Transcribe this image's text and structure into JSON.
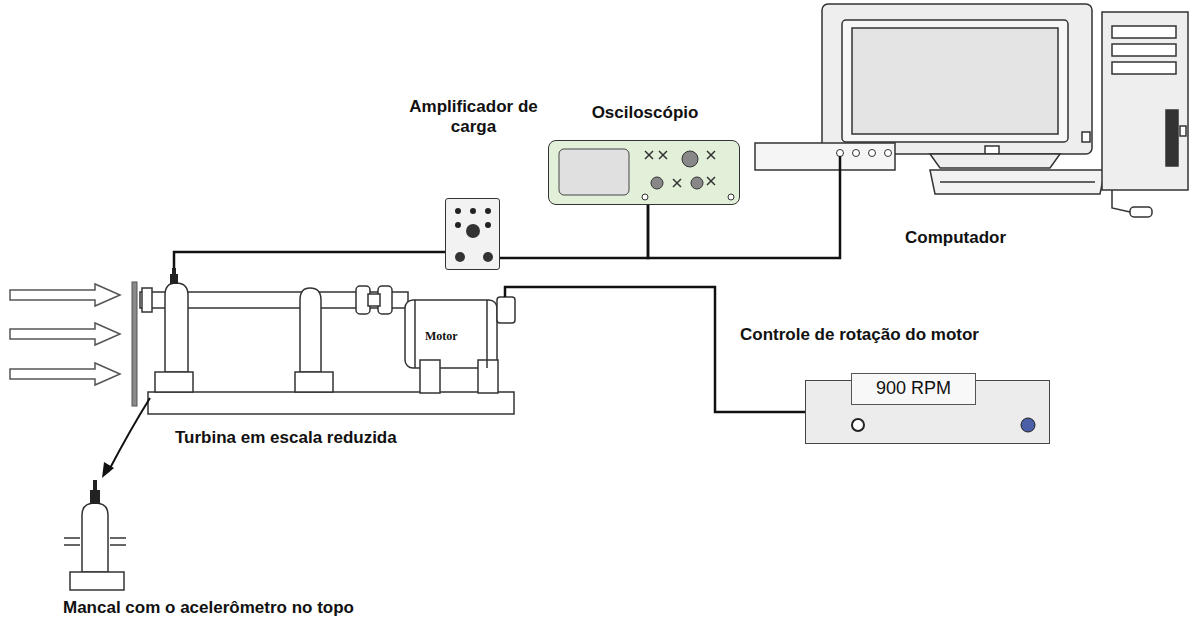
{
  "diagram": {
    "nodes": [
      {
        "text": [
          "Amplificador de carga"
        ]
      },
      {
        "text": [
          "Osciloscópio"
        ]
      },
      {
        "text": [
          "Computador"
        ]
      },
      {
        "text": [
          "Motor"
        ]
      },
      {
        "text": [
          "Controle de rotação do motor"
        ]
      },
      {
        "text": [
          "900 RPM"
        ],
        "in": 4
      }
    ],
    "edges": [
      {
        "from": 0,
        "to": 1,
        "arrow": "none"
      },
      {
        "from": 1,
        "to": 2,
        "arrow": "none"
      },
      {
        "from": 3,
        "to": 4,
        "arrow": "none"
      }
    ],
    "labels": [
      "Turbina em escala reduzida",
      "Mancal com o acelerômetro no topo"
    ]
  }
}
